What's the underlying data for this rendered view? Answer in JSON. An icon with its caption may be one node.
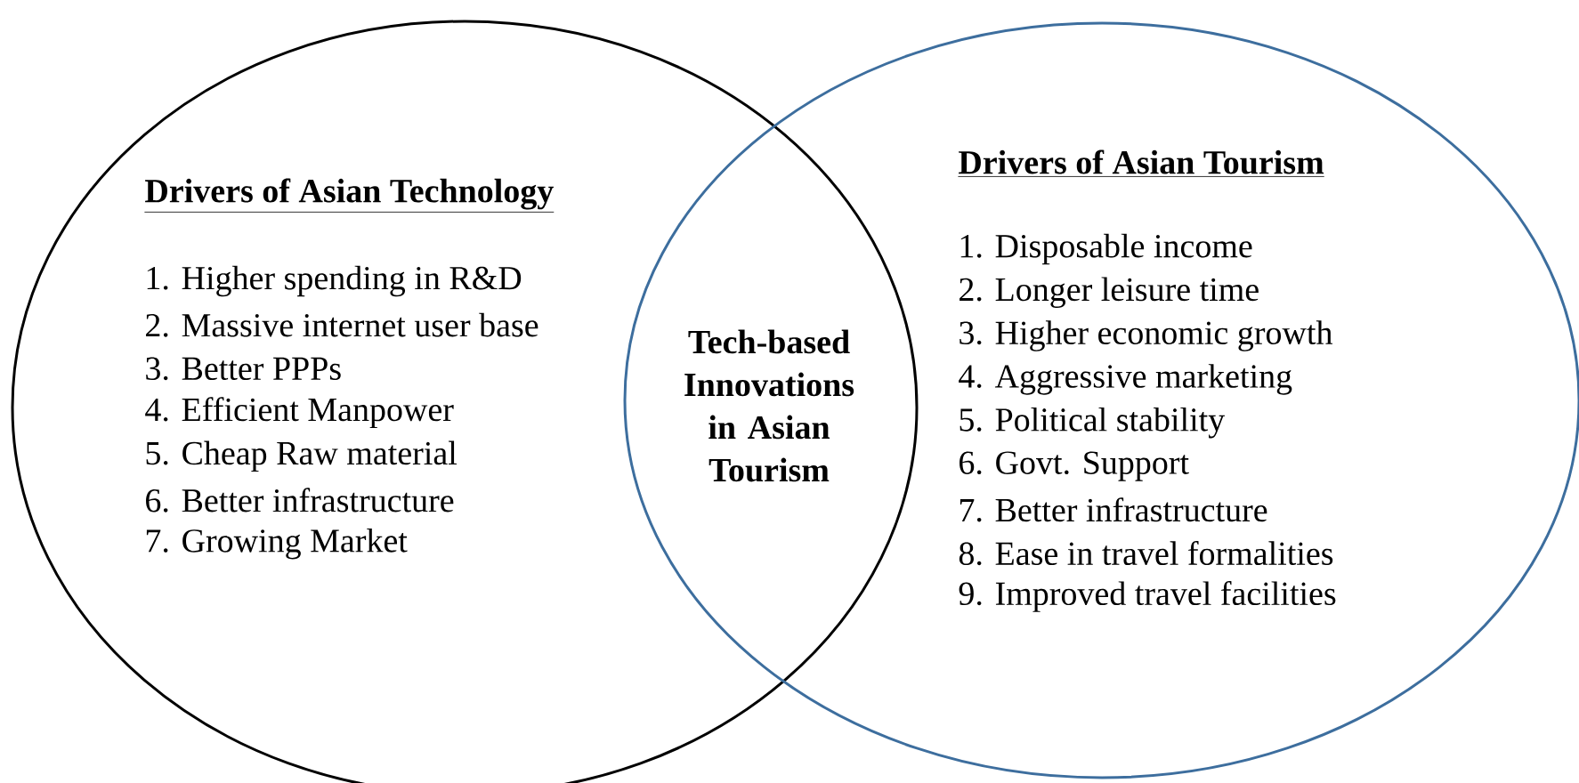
{
  "diagram": {
    "nodes": [
      {
        "text": [
          "Drivers of Asian Technology",
          "1. Higher spending in R&D",
          "2. Massive internet user base",
          "3. Better PPPs",
          "4. Efficient Manpower",
          "5. Cheap Raw material",
          "6. Better infrastructure",
          "7. Growing Market"
        ]
      },
      {
        "text": [
          "Drivers of Asian Tourism",
          "1. Disposable income",
          "2. Longer leisure time",
          "3. Higher economic growth",
          "4. Aggressive marketing",
          "5. Political stability",
          "6. Govt. Support",
          "7. Better infrastructure",
          "8. Ease in travel formalities",
          "9. Improved travel facilities"
        ]
      }
    ],
    "labels": [
      "Tech-based Innovations in Asian Tourism"
    ]
  }
}
